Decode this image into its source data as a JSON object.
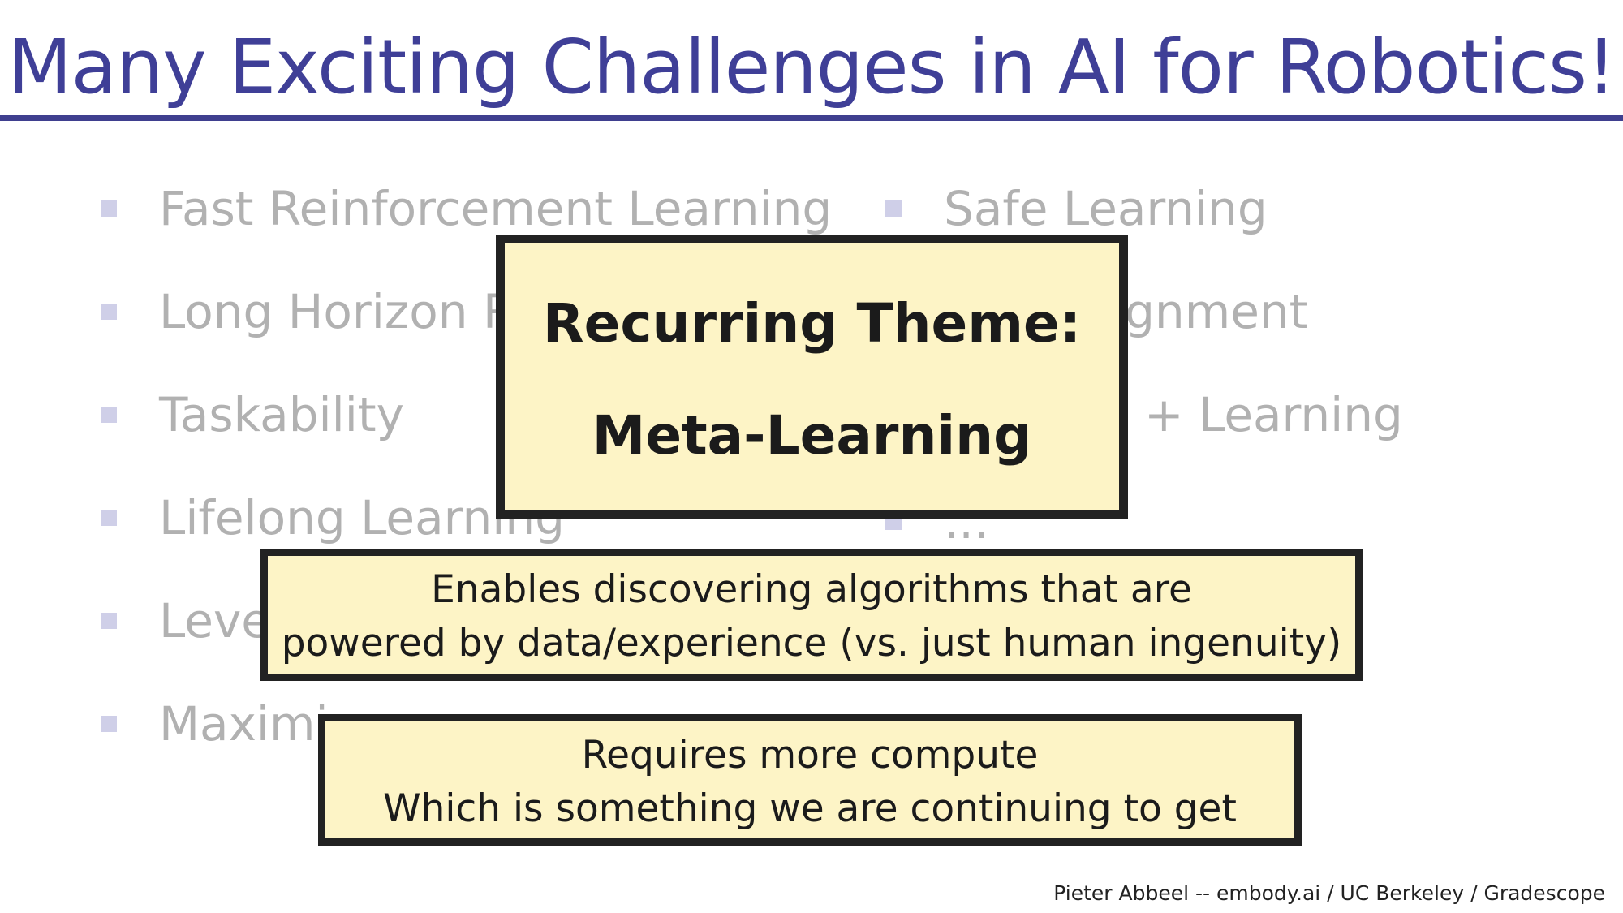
{
  "slide": {
    "title": "Many Exciting Challenges in AI for Robotics!",
    "left_bullets": [
      "Fast Reinforcement Learning",
      "Long Horizon Re",
      "Taskability",
      "Lifelong Learning",
      "Leve",
      "Maximi"
    ],
    "right_bullets": [
      "Safe Learning",
      "ignment",
      "+ Learning",
      "..."
    ],
    "theme_box": {
      "line1": "Recurring Theme:",
      "line2": "Meta-Learning"
    },
    "enables_box": {
      "line1": "Enables discovering algorithms that are",
      "line2": "powered by data/experience (vs. just human ingenuity)"
    },
    "compute_box": {
      "line1": "Requires more compute",
      "line2": "Which is something we are continuing to get"
    },
    "footer": "Pieter Abbeel -- embody.ai / UC Berkeley / Gradescope"
  },
  "colors": {
    "title": "#3f3f97",
    "rule": "#3f3f8f",
    "bullet_text": "#b1b1b1",
    "bullet_square": "#cfcfe8",
    "box_fill": "#fdf4c6",
    "box_border": "#222222"
  }
}
